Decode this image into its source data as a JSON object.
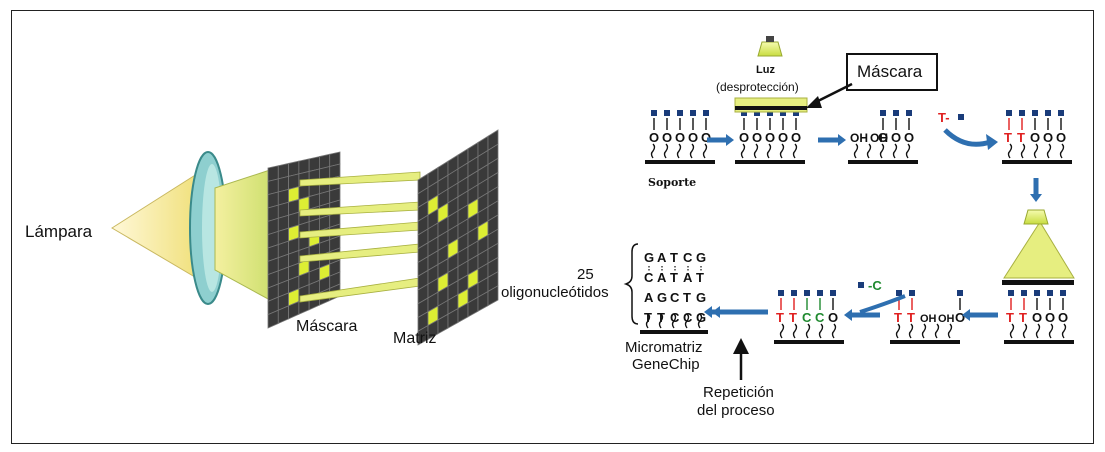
{
  "labels": {
    "lamp": "Lámpara",
    "mask_left": "Máscara",
    "matrix": "Matriz",
    "light": "Luz",
    "deprotection": "(desprotección)",
    "mask_callout": "Máscara",
    "support": "Soporte",
    "count": "25",
    "oligos": "oligonucleótidos",
    "micromatrix": "Micromatriz",
    "genechip": "GeneChip",
    "repetition": "Repetición",
    "process": "del proceso"
  },
  "chem": {
    "oh": "OH",
    "o": "O",
    "t_reagent": "T-",
    "c_reagent": "-C",
    "t_base": "T",
    "c_base": "C"
  },
  "result_rows": [
    "GATCG",
    "CATAT",
    "AGCTG",
    "TTCCG"
  ],
  "colors": {
    "mask_grid": "#3a3a3a",
    "mask_light": "#ddee33",
    "blue_group": "#1a3c7a",
    "arrow_blue": "#2e6fb0",
    "red_base": "#e02020",
    "green_base": "#208a30",
    "lens": "#8ecfcf"
  }
}
